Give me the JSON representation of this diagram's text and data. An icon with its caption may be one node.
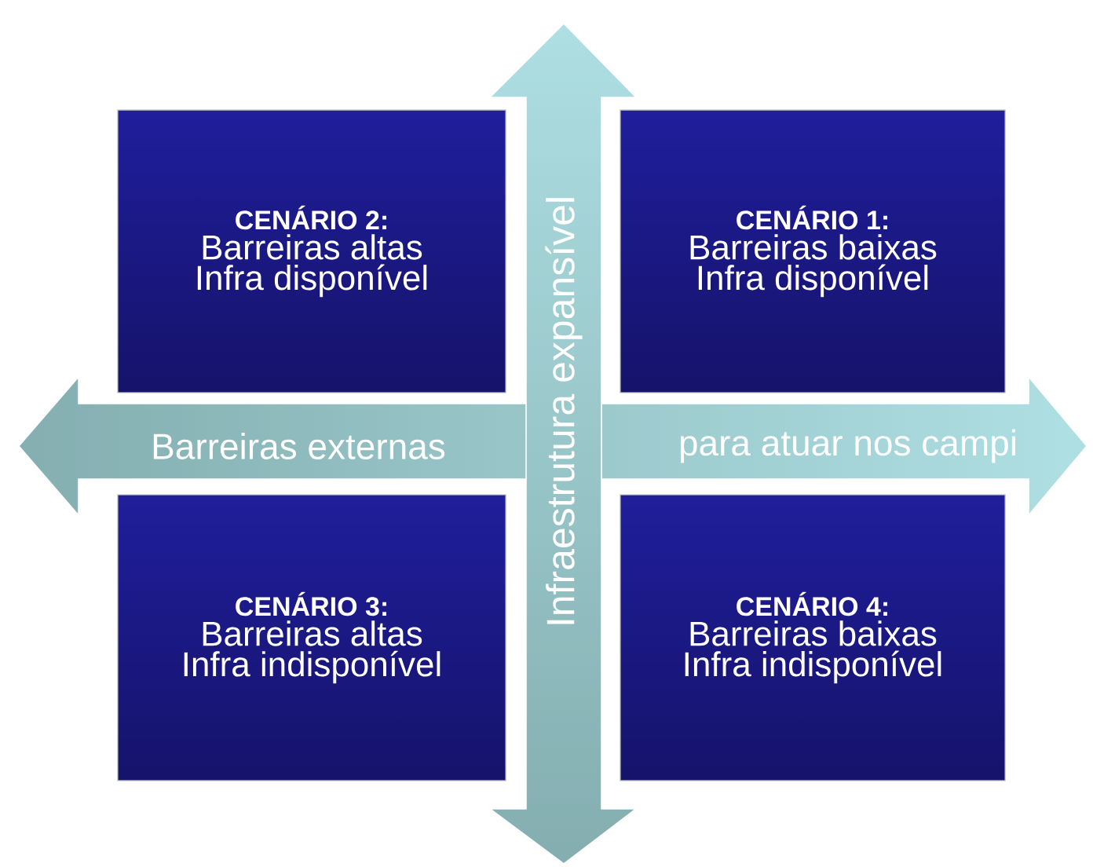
{
  "diagram": {
    "nodes": [
      {
        "text": [
          "CENÁRIO 2:",
          "Barreiras altas",
          "Infra disponível"
        ]
      },
      {
        "text": [
          "CENÁRIO 1:",
          "Barreiras baixas",
          "Infra disponível"
        ]
      },
      {
        "text": [
          "CENÁRIO 3:",
          "Barreiras altas",
          "Infra indisponível"
        ]
      },
      {
        "text": [
          "CENÁRIO 4:",
          "Barreiras baixas",
          "Infra indisponível"
        ]
      }
    ],
    "labels": [
      "Infraestrutura expansível",
      "Barreiras externas",
      "para atuar nos campi"
    ]
  }
}
